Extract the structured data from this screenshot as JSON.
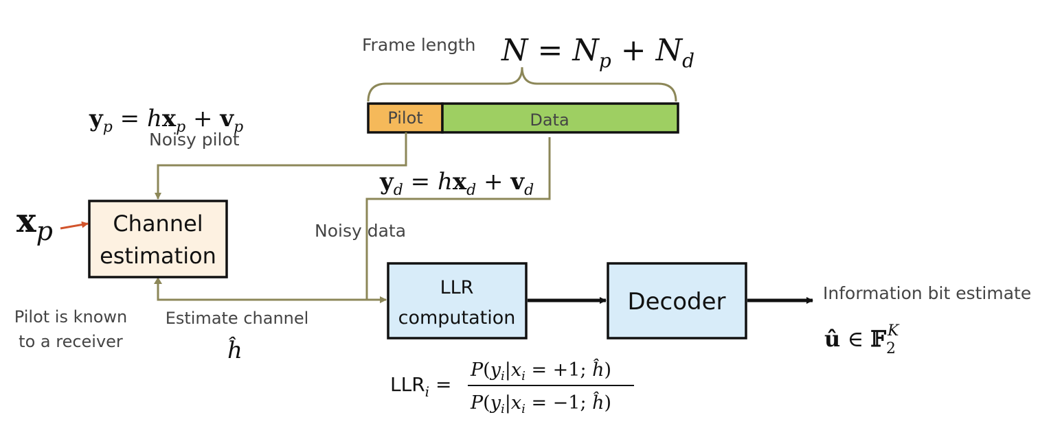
{
  "frame": {
    "label": "Frame length",
    "pilot_label": "Pilot",
    "data_label": "Data",
    "colors": {
      "pilot": "#f5b95a",
      "data": "#9ecf62"
    }
  },
  "pilot_signal": {
    "equation": "y_p = h x_p + v_p",
    "label": "Noisy pilot"
  },
  "data_signal": {
    "equation": "y_d = h x_d + v_d",
    "label": "Noisy data"
  },
  "known_pilot": {
    "symbol": "x_p",
    "note_line1": "Pilot is known",
    "note_line2": "to a receiver"
  },
  "estimate": {
    "label": "Estimate channel",
    "symbol": "ĥ"
  },
  "blocks": {
    "channel_estimation": {
      "line1": "Channel",
      "line2": "estimation",
      "fill": "#fdf1e1"
    },
    "llr_computation": {
      "line1": "LLR",
      "line2": "computation",
      "fill": "#d8ecf9"
    },
    "decoder": {
      "label": "Decoder",
      "fill": "#d8ecf9"
    }
  },
  "output": {
    "label": "Information bit estimate"
  },
  "colors": {
    "wire": "#8c8758",
    "known_arrow": "#d2542c"
  }
}
